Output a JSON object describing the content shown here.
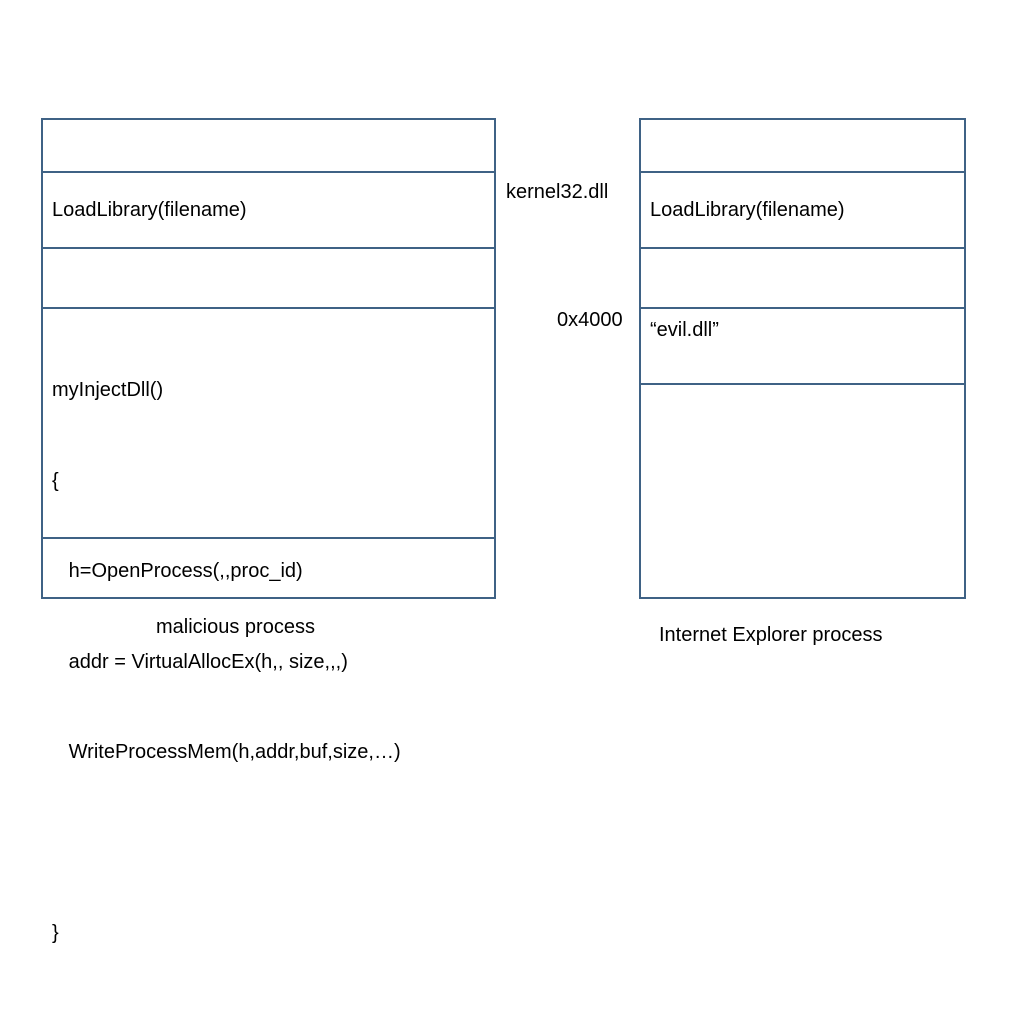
{
  "malicious": {
    "load_library": "LoadLibrary(filename)",
    "code_lines": [
      "myInjectDll()",
      "{",
      "   h=OpenProcess(,,proc_id)",
      "   addr = VirtualAllocEx(h,, size,,,)",
      "   WriteProcessMem(h,addr,buf,size,…)",
      "",
      "}"
    ],
    "caption": "malicious process"
  },
  "ie": {
    "load_library": "LoadLibrary(filename)",
    "evil_dll": "“evil.dll”",
    "caption": "Internet Explorer process"
  },
  "labels": {
    "kernel32": "kernel32.dll",
    "address": "0x4000"
  },
  "colors": {
    "border": "#3f6285"
  }
}
